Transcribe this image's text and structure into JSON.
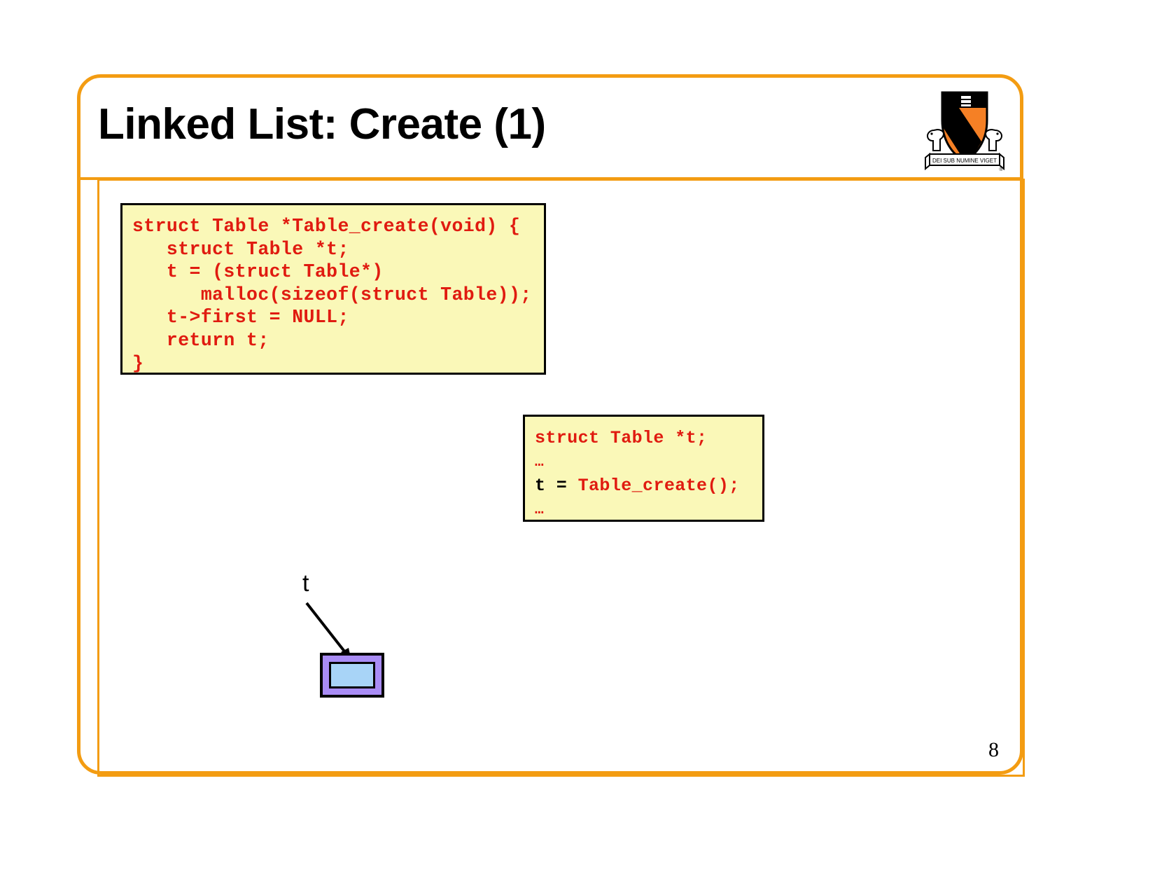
{
  "slide": {
    "title": "Linked List: Create (1)",
    "page_number": "8",
    "accent_color": "#F39C12",
    "code_bg_color": "#FAF8B8",
    "code_text_color": "#E01B10"
  },
  "logo": {
    "name": "princeton-shield-logo",
    "motto_left": "DEI",
    "motto_center": "SUB NUMINE",
    "motto_right": "VIGET",
    "registered_mark": "®",
    "shield_orange": "#F58025",
    "shield_black": "#000000"
  },
  "code_main": {
    "name": "table-create-function",
    "lines": [
      "struct Table *Table_create(void) {",
      "   struct Table *t;",
      "   t = (struct Table*)",
      "      malloc(sizeof(struct Table));",
      "   t->first = NULL;",
      "   return t;",
      "}"
    ]
  },
  "code_client": {
    "name": "client-usage-snippet",
    "line1": "struct Table *t;",
    "line2": "…",
    "line3_black": "t = ",
    "line3_red": "Table_create();",
    "line4": "…"
  },
  "diagram": {
    "pointer_label": "t",
    "node_outer_color": "#A98CF5",
    "node_inner_color": "#A8D4F7"
  }
}
